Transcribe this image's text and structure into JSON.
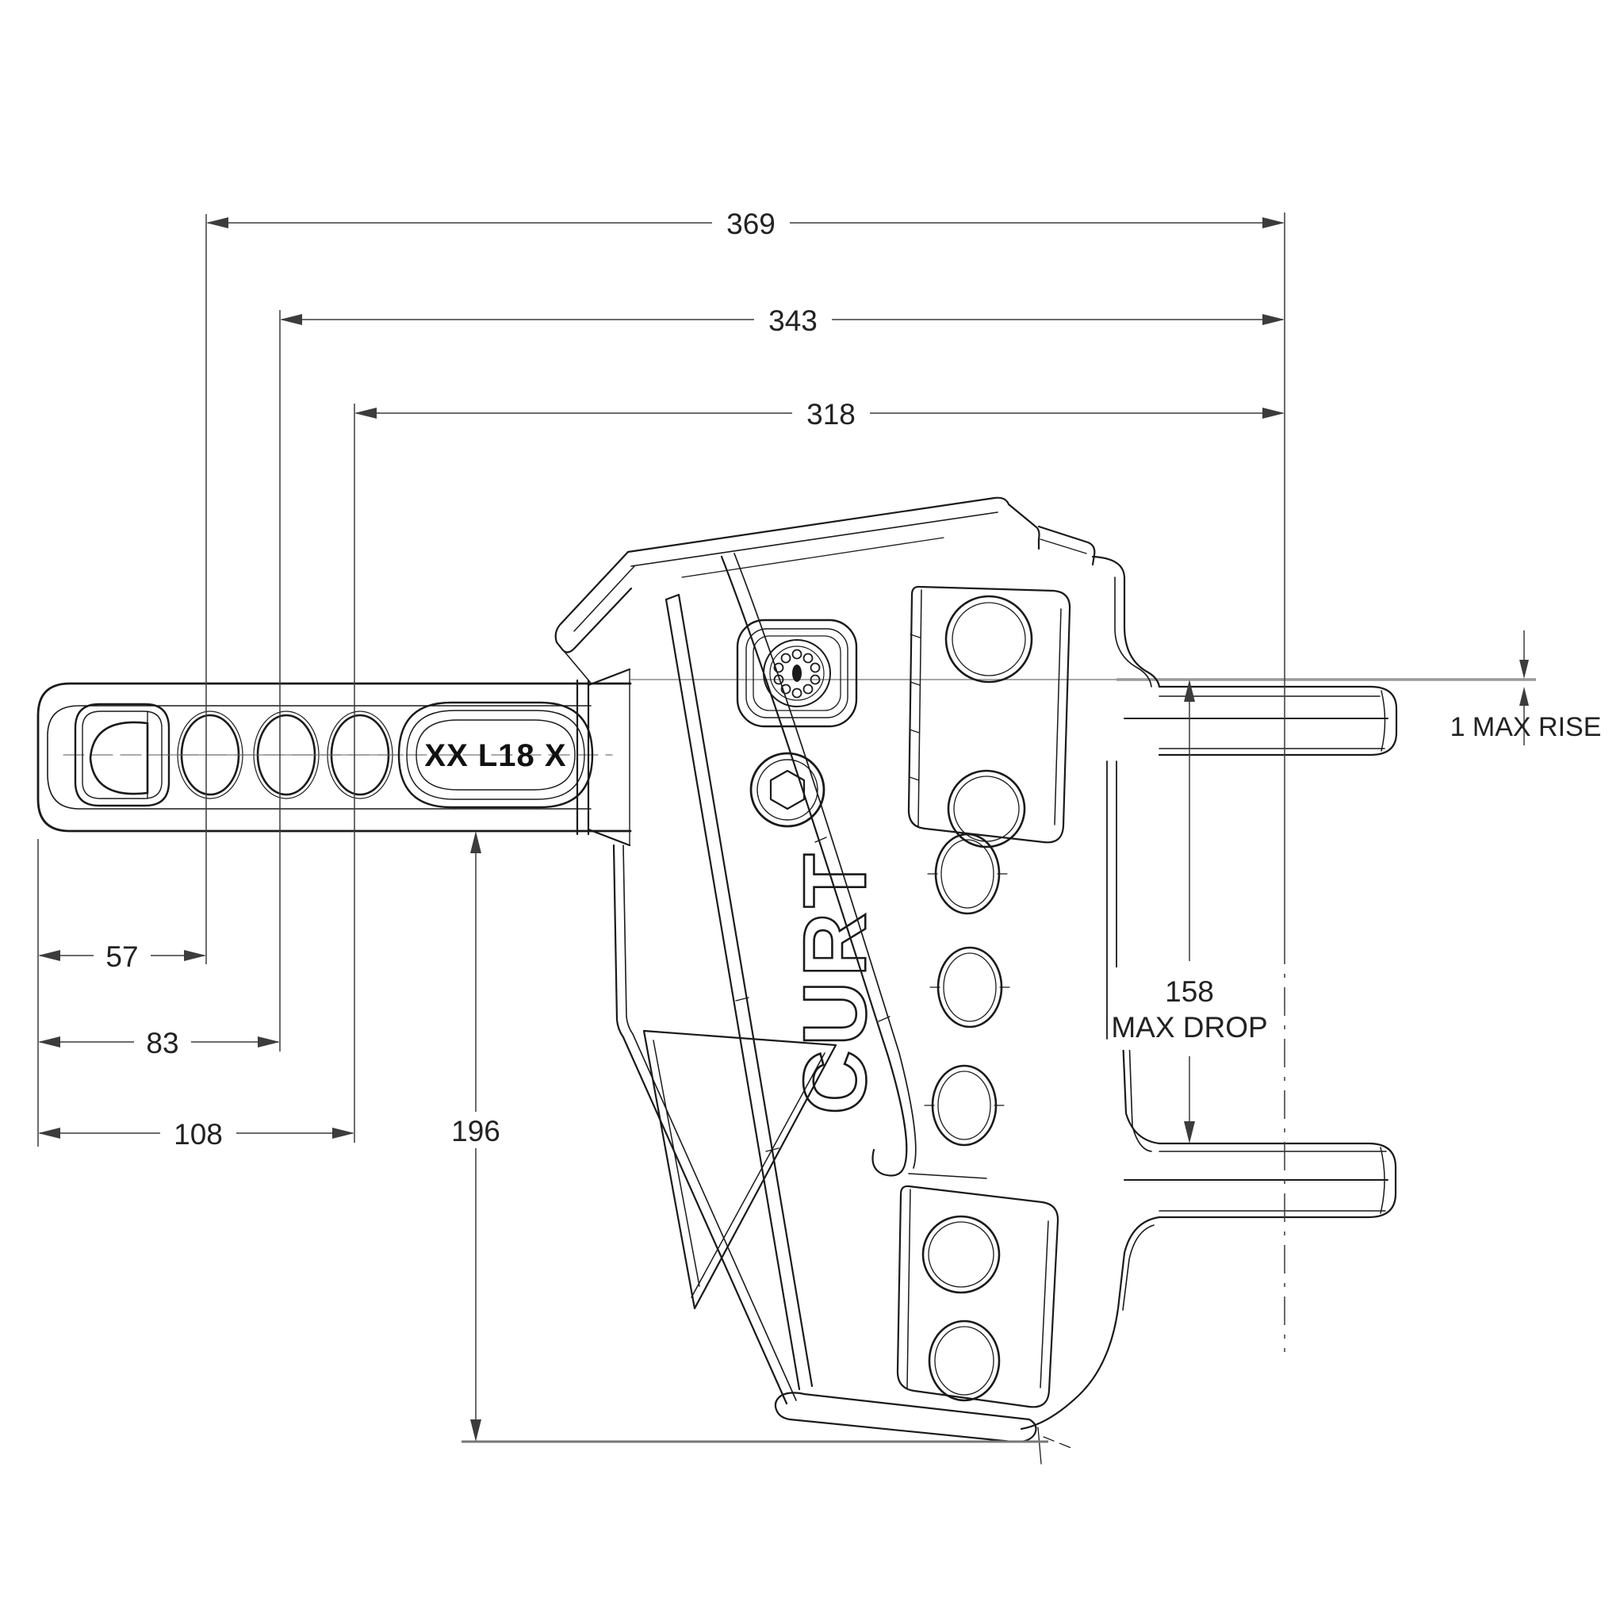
{
  "colors": {
    "background": "#ffffff",
    "part_line": "#1a1a1a",
    "dimension_line": "#3c3c3c",
    "reference_line": "#9a9a9a"
  },
  "labels": {
    "brand": "CURT",
    "shank_stamp": "XX L18 X"
  },
  "dimensions": {
    "overall": "369",
    "to_hole2": "343",
    "to_hole3": "318",
    "hole1": "57",
    "hole2": "83",
    "hole3": "108",
    "drop_to_base": "196",
    "max_drop_value": "158",
    "max_drop_caption": "MAX DROP",
    "max_rise": "1 MAX RISE"
  }
}
